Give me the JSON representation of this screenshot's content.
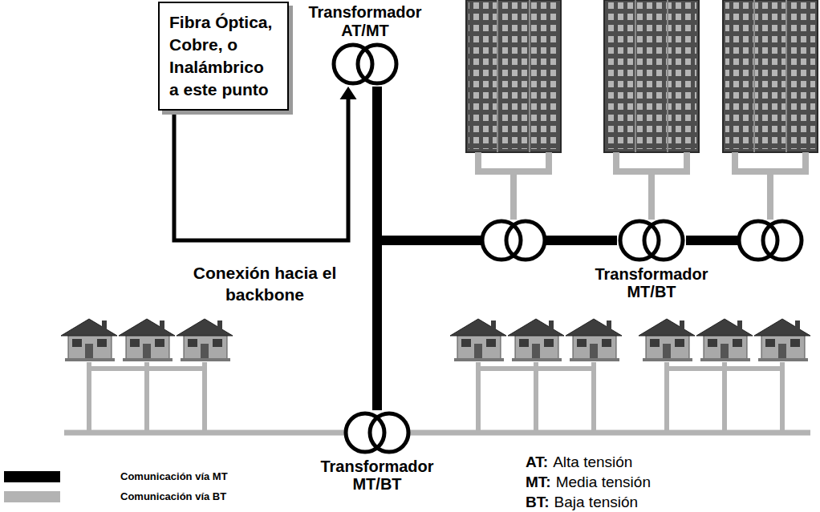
{
  "diagram": {
    "nodes": [
      {
        "text": [
          "Fibra Óptica, Cobre, o Inalámbrico a este punto"
        ]
      },
      {
        "text": [
          "Transformador AT/MT"
        ]
      },
      {
        "text": [
          "Transformador MT/BT"
        ]
      },
      {
        "text": [
          "Transformador MT/BT"
        ]
      }
    ],
    "edges": [
      {
        "from": 0,
        "to": 1,
        "arrow": "to",
        "label": "Conexión hacia el backbone"
      },
      {
        "from": 1,
        "to": 2,
        "arrow": "none"
      },
      {
        "from": 1,
        "to": 3,
        "arrow": "none"
      }
    ],
    "labels": [
      "AT:",
      "Alta tensión",
      "MT:",
      "Media tensión",
      "BT:",
      "Baja tensión"
    ],
    "legend": [
      {
        "text": "Comunicación vía MT",
        "color": "#000000"
      },
      {
        "text": "Comunicación vía BT",
        "color": "#b3b3b3"
      }
    ]
  }
}
